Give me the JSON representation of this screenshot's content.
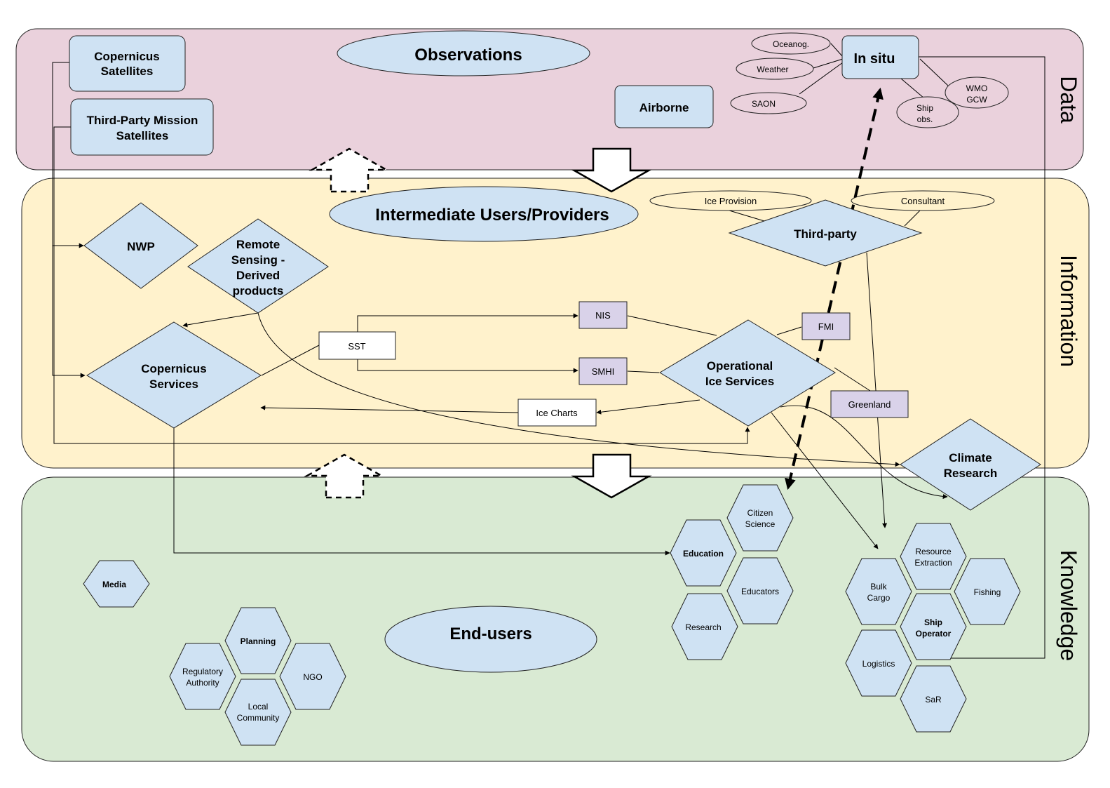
{
  "bands": {
    "data": "Data",
    "information": "Information",
    "knowledge": "Knowledge"
  },
  "headers": {
    "observations": "Observations",
    "intermediate": "Intermediate Users/Providers",
    "end_users": "End-users"
  },
  "data_layer": {
    "copernicus_sat": [
      "Copernicus",
      "Satellites"
    ],
    "third_party_sat": [
      "Third-Party Mission",
      "Satellites"
    ],
    "airborne": "Airborne",
    "in_situ": "In situ",
    "oceanog": "Oceanog.",
    "weather": "Weather",
    "saon": "SAON",
    "wmo_gcw": [
      "WMO",
      "GCW"
    ],
    "ship_obs": [
      "Ship",
      "obs."
    ]
  },
  "info_layer": {
    "nwp": "NWP",
    "remote_sensing": [
      "Remote",
      "Sensing -",
      "Derived",
      "products"
    ],
    "copernicus_services": [
      "Copernicus",
      "Services"
    ],
    "sst": "SST",
    "nis": "NIS",
    "smhi": "SMHI",
    "fmi": "FMI",
    "greenland": "Greenland",
    "ice_charts": "Ice Charts",
    "operational_ice": [
      "Operational",
      "Ice Services"
    ],
    "third_party": "Third-party",
    "ice_provision": "Ice Provision",
    "consultant": "Consultant",
    "climate_research": [
      "Climate",
      "Research"
    ]
  },
  "knowledge_layer": {
    "media": "Media",
    "planning": "Planning",
    "regulatory": [
      "Regulatory",
      "Authority"
    ],
    "ngo": "NGO",
    "local_community": [
      "Local",
      "Community"
    ],
    "education": "Education",
    "citizen_science": [
      "Citizen",
      "Science"
    ],
    "educators": "Educators",
    "research": "Research",
    "resource_extraction": [
      "Resource",
      "Extraction"
    ],
    "bulk_cargo": [
      "Bulk",
      "Cargo"
    ],
    "fishing": "Fishing",
    "ship_operator": [
      "Ship",
      "Operator"
    ],
    "logistics": "Logistics",
    "sar": "SaR"
  },
  "colors": {
    "data_band": "#ead1dc",
    "info_band": "#fff2cc",
    "knowledge_band": "#d9ead3",
    "node_fill": "#cfe2f3",
    "provider_fill": "#d9d2e9"
  }
}
